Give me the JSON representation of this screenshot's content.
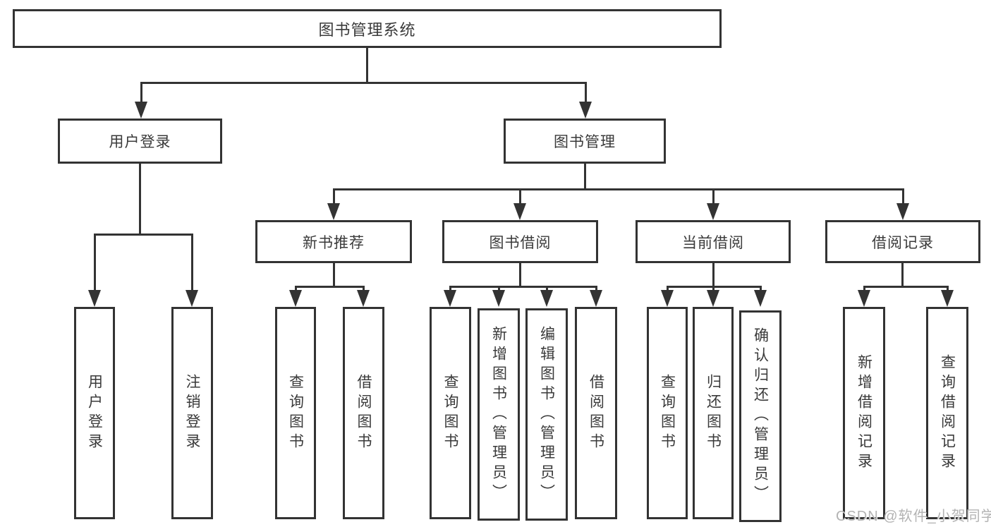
{
  "tree": {
    "root": {
      "label": "图书管理系统"
    },
    "branches": [
      {
        "label": "用户登录",
        "children": [
          {
            "label": "用户登录"
          },
          {
            "label": "注销登录"
          }
        ]
      },
      {
        "label": "图书管理",
        "children": [
          {
            "label": "新书推荐",
            "children": [
              {
                "label": "查询图书"
              },
              {
                "label": "借阅图书"
              }
            ]
          },
          {
            "label": "图书借阅",
            "children": [
              {
                "label": "查询图书"
              },
              {
                "label": "新增图书（管理员）"
              },
              {
                "label": "编辑图书（管理员）"
              },
              {
                "label": "借阅图书"
              }
            ]
          },
          {
            "label": "当前借阅",
            "children": [
              {
                "label": "查询图书"
              },
              {
                "label": "归还图书"
              },
              {
                "label": "确认归还（管理员）"
              }
            ]
          },
          {
            "label": "借阅记录",
            "children": [
              {
                "label": "新增借阅记录"
              },
              {
                "label": "查询借阅记录"
              }
            ]
          }
        ]
      }
    ]
  },
  "watermark": {
    "text": "CSDN @软件_小贺同学"
  },
  "colors": {
    "line": "#333333",
    "text": "#3a3a3a",
    "background": "#ffffff",
    "watermark": "#b3b3b3"
  }
}
